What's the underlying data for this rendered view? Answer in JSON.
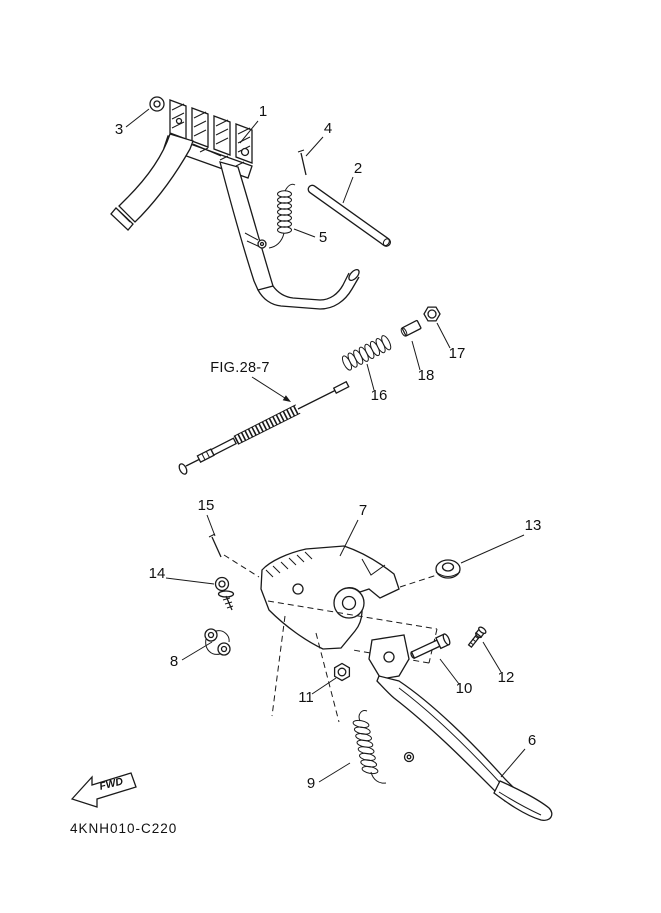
{
  "figure": {
    "reference": "FIG.28-7",
    "drawing_code": "4KNH010-C220",
    "fwd_label": "FWD"
  },
  "part_labels": [
    "1",
    "2",
    "3",
    "4",
    "5",
    "6",
    "7",
    "8",
    "9",
    "10",
    "11",
    "12",
    "13",
    "14",
    "15",
    "16",
    "17",
    "18"
  ],
  "colors": {
    "line": "#1a1a1a",
    "background": "#ffffff"
  }
}
